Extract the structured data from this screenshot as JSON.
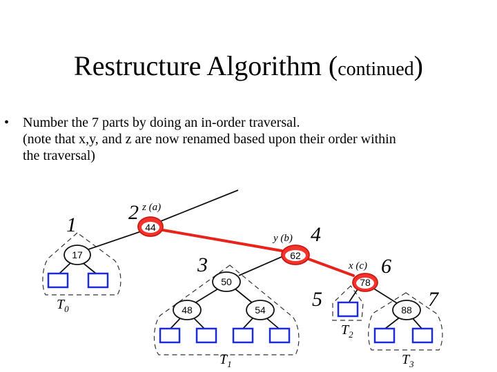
{
  "title": {
    "main": "Restructure Algorithm (",
    "small": "continued",
    "close": ")"
  },
  "bullet": {
    "marker": "•",
    "line1": "Number the 7 parts by doing an in-order traversal.",
    "line2": "(note that x,y, and z are now renamed based upon their order within",
    "line3": "the traversal)"
  },
  "diagram": {
    "nodes": {
      "n44": "44",
      "n17": "17",
      "n62": "62",
      "n50": "50",
      "n48": "48",
      "n54": "54",
      "n78": "78",
      "n88": "88"
    },
    "node_labels": {
      "z": "z (a)",
      "y": "y (b)",
      "x": "x (c)"
    },
    "numbers": {
      "p1": "1",
      "p2": "2",
      "p3": "3",
      "p4": "4",
      "p5": "5",
      "p6": "6",
      "p7": "7"
    },
    "subtrees": {
      "t0": "T",
      "t0_sub": "0",
      "t1": "T",
      "t1_sub": "1",
      "t2": "T",
      "t2_sub": "2",
      "t3": "T",
      "t3_sub": "3"
    },
    "colors": {
      "highlight": "#e8231c",
      "node_fill": "#ffffff",
      "red_node_fill": "#f5332a",
      "leaf_stroke": "#1b2bd6"
    }
  }
}
